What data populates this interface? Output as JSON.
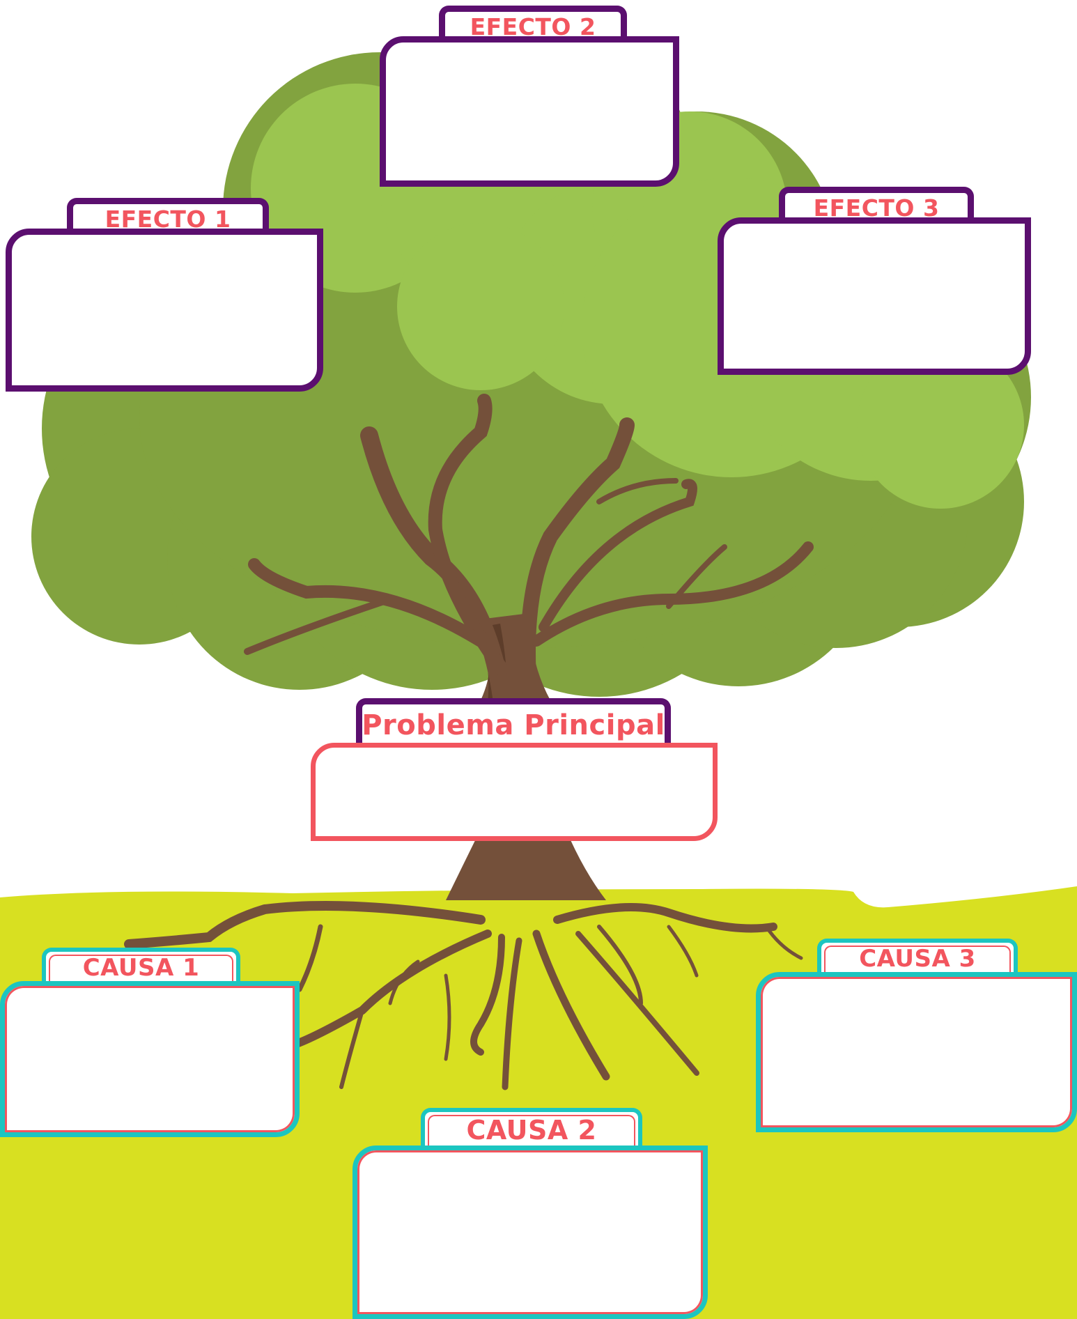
{
  "colors": {
    "foliage_light": "#9bc550",
    "foliage_dark": "#82a33f",
    "trunk": "#74503a",
    "trunk_dark": "#5d3d2a",
    "ground": "#d8e021",
    "effect_border": "#5b0f6f",
    "problem_border": "#f2555e",
    "cause_border": "#1cc5c0",
    "label_text": "#f2555e"
  },
  "effects": [
    {
      "label": "EFECTO 1",
      "text": ""
    },
    {
      "label": "EFECTO 2",
      "text": ""
    },
    {
      "label": "EFECTO 3",
      "text": ""
    }
  ],
  "problem": {
    "label": "Problema Principal",
    "text": ""
  },
  "causes": [
    {
      "label": "CAUSA 1",
      "text": ""
    },
    {
      "label": "CAUSA 2",
      "text": ""
    },
    {
      "label": "CAUSA 3",
      "text": ""
    }
  ]
}
